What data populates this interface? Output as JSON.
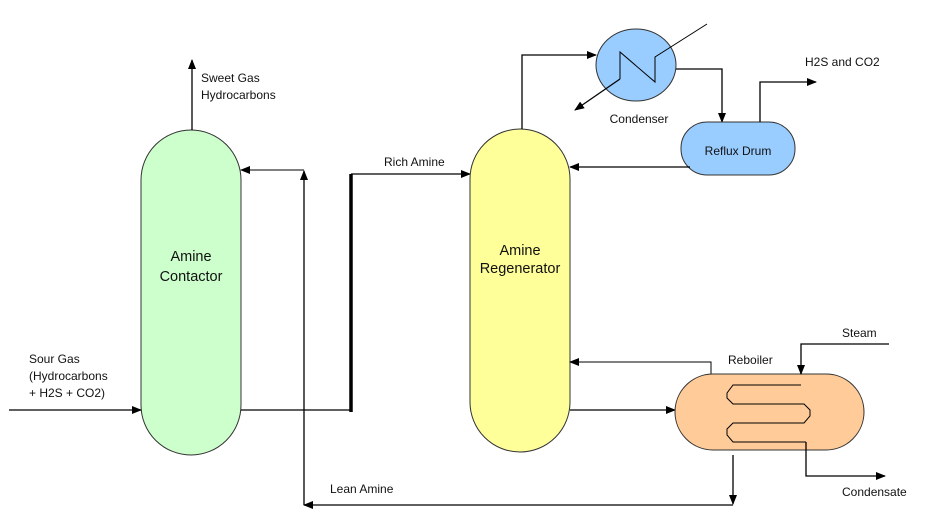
{
  "diagram": {
    "title": "Amine Gas Treating Process",
    "colors": {
      "contactor": "#ccffcc",
      "regenerator": "#ffff99",
      "condenser": "#99ccff",
      "reflux_drum": "#99ccff",
      "reboiler": "#ffcc99",
      "line": "#000000"
    },
    "units": {
      "contactor": {
        "line1": "Amine",
        "line2": "Contactor"
      },
      "regenerator": {
        "line1": "Amine",
        "line2": "Regenerator"
      },
      "condenser": {
        "label": "Condenser"
      },
      "reflux_drum": {
        "label": "Reflux Drum"
      },
      "reboiler": {
        "label": "Reboiler"
      }
    },
    "streams": {
      "sour_gas": {
        "line1": "Sour Gas",
        "line2": "(Hydrocarbons",
        "line3": "+ H2S + CO2)"
      },
      "sweet_gas": {
        "line1": "Sweet Gas",
        "line2": "Hydrocarbons"
      },
      "rich_amine": "Rich Amine",
      "lean_amine": "Lean Amine",
      "acid_gas": "H2S and CO2",
      "steam": "Steam",
      "condensate": "Condensate"
    }
  }
}
